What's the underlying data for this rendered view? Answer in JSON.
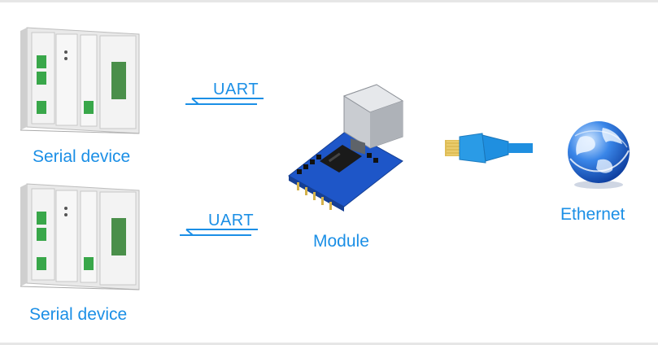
{
  "diagram": {
    "devices": [
      {
        "label": "Serial device",
        "uart_label": "UART"
      },
      {
        "label": "Serial device",
        "uart_label": "UART"
      }
    ],
    "module": {
      "label": "Module"
    },
    "network": {
      "label": "Ethernet"
    },
    "colors": {
      "text": "#1b8fe6",
      "arrow": "#1b8fe6",
      "board": "#1e56c8",
      "cable": "#1f8fe0",
      "globe": "#2a6fe0"
    }
  }
}
